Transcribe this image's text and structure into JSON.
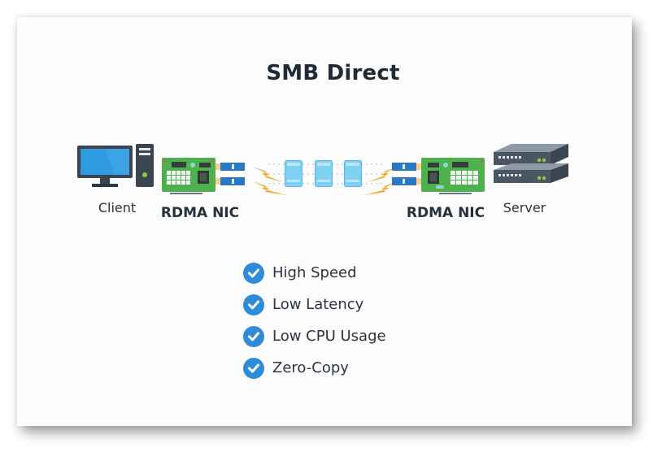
{
  "diagram": {
    "title": "SMB Direct",
    "nodes": [
      {
        "id": "client",
        "label": "Client",
        "icon": "desktop-computer-icon"
      },
      {
        "id": "client-nic",
        "label": "RDMA NIC",
        "icon": "network-card-icon"
      },
      {
        "id": "server-nic",
        "label": "RDMA NIC",
        "icon": "network-card-icon"
      },
      {
        "id": "server",
        "label": "Server",
        "icon": "server-icon"
      }
    ],
    "link": {
      "type": "direct memory transfer",
      "packets": 3,
      "icons": [
        "lightning-bolt-icon",
        "memory-block-icon"
      ]
    },
    "features": [
      {
        "label": "High Speed",
        "icon": "check-circle-icon"
      },
      {
        "label": "Low Latency",
        "icon": "check-circle-icon"
      },
      {
        "label": "Low CPU Usage",
        "icon": "check-circle-icon"
      },
      {
        "label": "Zero-Copy",
        "icon": "check-circle-icon"
      }
    ],
    "colors": {
      "accent": "#2f8bd9",
      "title": "#1f2a37",
      "nic_board": "#4caf50",
      "bolt": "#f0a825",
      "packet": "#7fd0f3",
      "server": "#4a5663",
      "monitor_screen": "#2e9ae0"
    }
  }
}
